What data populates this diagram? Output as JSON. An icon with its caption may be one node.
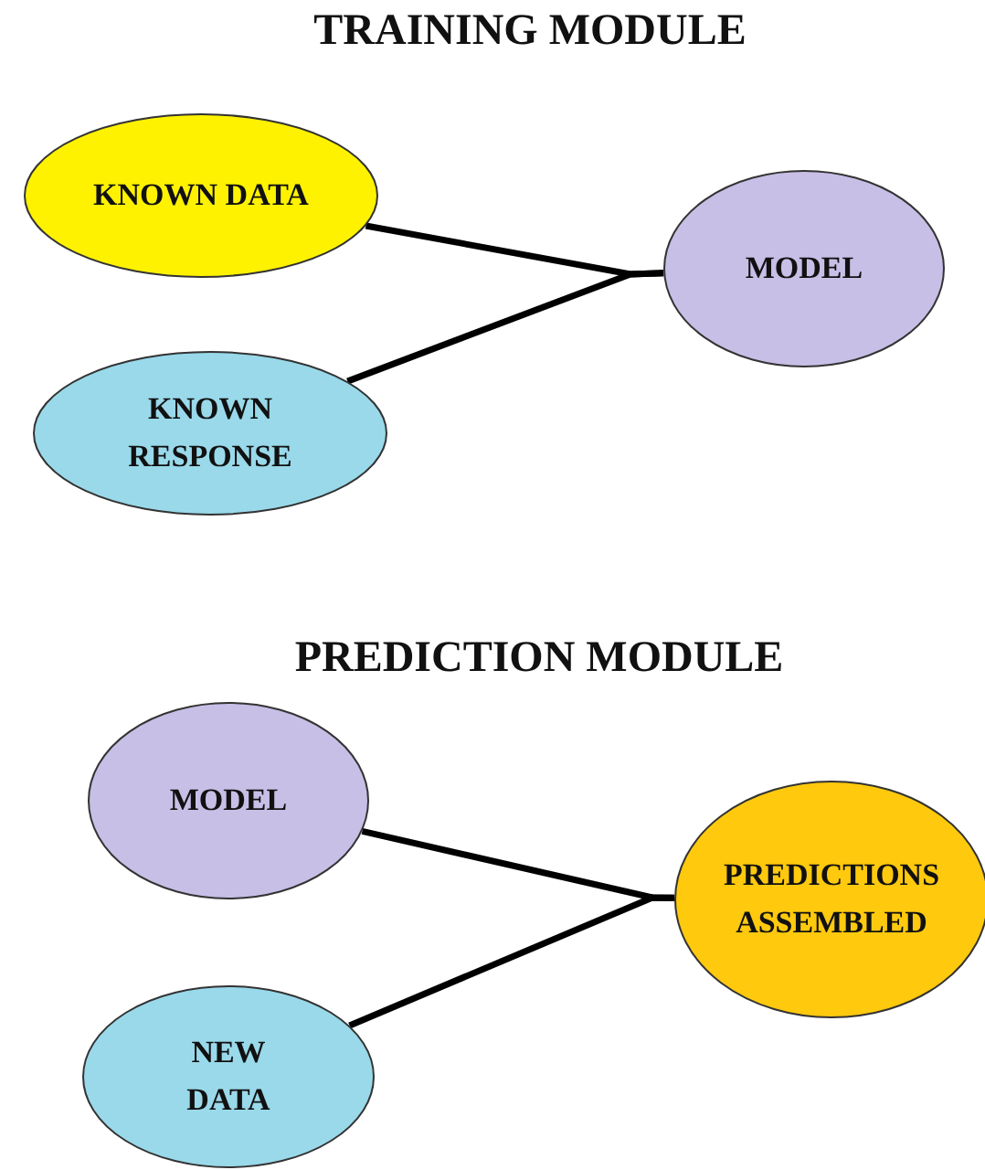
{
  "diagram": {
    "nodes": [
      {
        "text": [
          "KNOWN DATA"
        ]
      },
      {
        "text": [
          "KNOWN RESPONSE"
        ]
      },
      {
        "text": [
          "MODEL"
        ]
      },
      {
        "text": [
          "MODEL"
        ]
      },
      {
        "text": [
          "NEW DATA"
        ]
      },
      {
        "text": [
          "PREDICTIONS ASSEMBLED"
        ]
      }
    ],
    "edges": [
      {
        "from": 0,
        "to": 2,
        "arrow": "none"
      },
      {
        "from": 1,
        "to": 2,
        "arrow": "none"
      },
      {
        "from": 3,
        "to": 5,
        "arrow": "none"
      },
      {
        "from": 4,
        "to": 5,
        "arrow": "none"
      }
    ],
    "labels": [
      "TRAINING MODULE",
      "PREDICTION MODULE"
    ]
  }
}
